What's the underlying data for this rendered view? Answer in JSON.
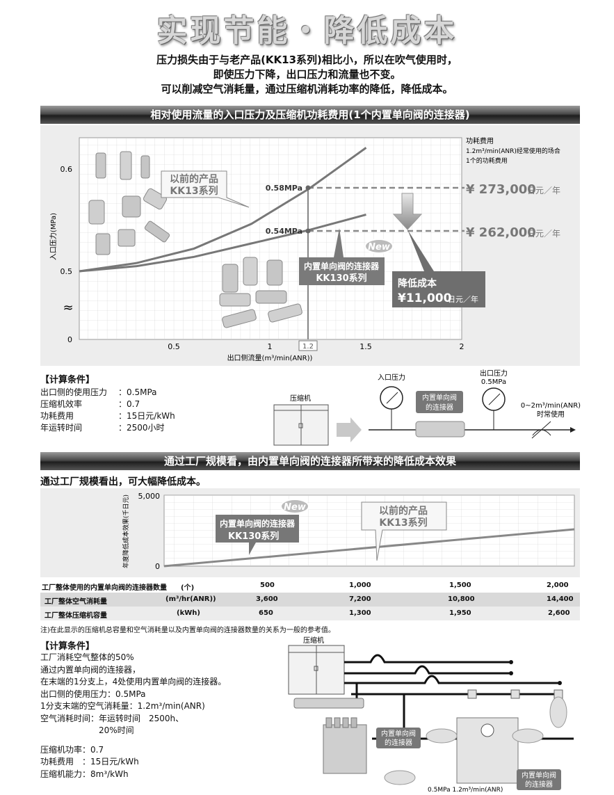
{
  "page": {
    "title": "实现节能・降低成本",
    "intro": [
      "压力损失由于与老产品(KK13系列)相比小，所以在吹气使用时，",
      "即使压力下降，出口压力和流量也不变。",
      "可以削减空气消耗量，通过压缩机消耗功率的降低，降低成本。"
    ]
  },
  "section1": {
    "band": "相对使用流量的入口压力及压缩机功耗费用(1个内置单向阀的连接器)",
    "chart_data": {
      "type": "line",
      "xlabel": "出口侧流量(m³/min(ANR))",
      "ylabel": "入口压力(MPa)",
      "x_ticks": [
        "0.5",
        "1",
        "1.2",
        "1.5",
        "2"
      ],
      "y_ticks": [
        "0.6",
        "0.5",
        "0"
      ],
      "xlim": [
        0,
        2
      ],
      "series": [
        {
          "name": "以前的产品 KK13系列",
          "x": [
            0,
            0.3,
            0.6,
            0.9,
            1.2,
            1.5
          ],
          "y": [
            0.5,
            0.508,
            0.522,
            0.546,
            0.58,
            0.62
          ]
        },
        {
          "name": "内置单向阀的连接器 KK130系列",
          "x": [
            0,
            0.3,
            0.6,
            0.9,
            1.2,
            1.5
          ],
          "y": [
            0.5,
            0.505,
            0.514,
            0.527,
            0.54,
            0.555
          ]
        }
      ],
      "annotations": {
        "p058": "0.58MPa",
        "p054": "0.54MPa",
        "cost_header": [
          "功耗费用",
          "1.2m³/min(ANR)经常使用的场合",
          "1个的功耗费用"
        ],
        "cost_old_value": "¥ 273,000",
        "cost_new_value": "¥ 262,000",
        "cost_unit": "日元／年",
        "saving_title": "降低成本",
        "saving_value": "¥11,000",
        "saving_unit": "日元／年",
        "old_label": [
          "以前的产品",
          "KK13系列"
        ],
        "new_label": [
          "内置单向阀的连接器",
          "KK130系列"
        ],
        "new_badge": "New",
        "break_mark": "≈"
      }
    },
    "conditions": {
      "title": "【计算条件】",
      "rows": [
        {
          "k": "出口侧的使用压力",
          "v": "：0.5MPa"
        },
        {
          "k": "压缩机效率",
          "v": "：0.7"
        },
        {
          "k": "功耗费用",
          "v": "：15日元/kWh"
        },
        {
          "k": "年运转时间",
          "v": "：2500小时"
        }
      ]
    },
    "diagram": {
      "compressor": "压缩机",
      "inlet": "入口压力",
      "outlet": [
        "出口压力",
        "0.5MPa"
      ],
      "connector": [
        "内置单向阀",
        "的连接器"
      ],
      "flow": [
        "0~2m³/min(ANR)",
        "时常使用"
      ]
    }
  },
  "section2": {
    "band": "通过工厂规模看，由内置单向阀的连接器所带来的降低成本效果",
    "lead": "通过工厂规模看出，可大幅降低成本。",
    "chart_data": {
      "type": "line",
      "ylabel": "年度降低成本效果(千日元)",
      "y_ticks": [
        "5,000",
        "0"
      ],
      "series": [
        {
          "name": "内置单向阀的连接器 KK130系列",
          "x": [
            0,
            2000
          ],
          "y": [
            0,
            2600
          ]
        }
      ],
      "annotations": {
        "new_label": [
          "内置单向阀的连接器",
          "KK130系列"
        ],
        "old_label": [
          "以前的产品",
          "KK13系列"
        ],
        "new_badge": "New"
      }
    },
    "table": [
      {
        "label": "工厂整体使用的内置单向阀的连接器数量",
        "unit": "(个)",
        "values": [
          "500",
          "1,000",
          "1,500",
          "2,000"
        ]
      },
      {
        "label": "工厂整体空气消耗量",
        "unit": "(m³/hr(ANR))",
        "values": [
          "3,600",
          "7,200",
          "10,800",
          "14,400"
        ]
      },
      {
        "label": "工厂整体压缩机容量",
        "unit": "(kWh)",
        "values": [
          "650",
          "1,300",
          "1,950",
          "2,600"
        ]
      }
    ],
    "note": "注)在此显示的压缩机总容量和空气消耗量以及内置单向阀的连接器数量的关系为一般的参考值。",
    "conditions": {
      "title": "【计算条件】",
      "lines": [
        "工厂消耗空气整体的50%",
        "通过内置单向阀的连接器，",
        "在末端的1分支上，4处使用内置单向阀的连接器。",
        "出口侧的使用压力：0.5MPa",
        "1分支末端的空气消耗量：1.2m³/min(ANR)",
        "空气消耗时间：年运转时间　2500h、",
        "　　　　　　　20%时间",
        "",
        "压缩机功率：0.7",
        "功耗费用　：15日元/kWh",
        "压缩机能力：8m³/kWh"
      ]
    },
    "diagram": {
      "compressor": "压缩机",
      "connector1": [
        "内置单向阀",
        "的连接器"
      ],
      "connector2": [
        "内置单向阀",
        "的连接器"
      ],
      "flow": "0.5MPa 1.2m³/min(ANR)"
    }
  }
}
